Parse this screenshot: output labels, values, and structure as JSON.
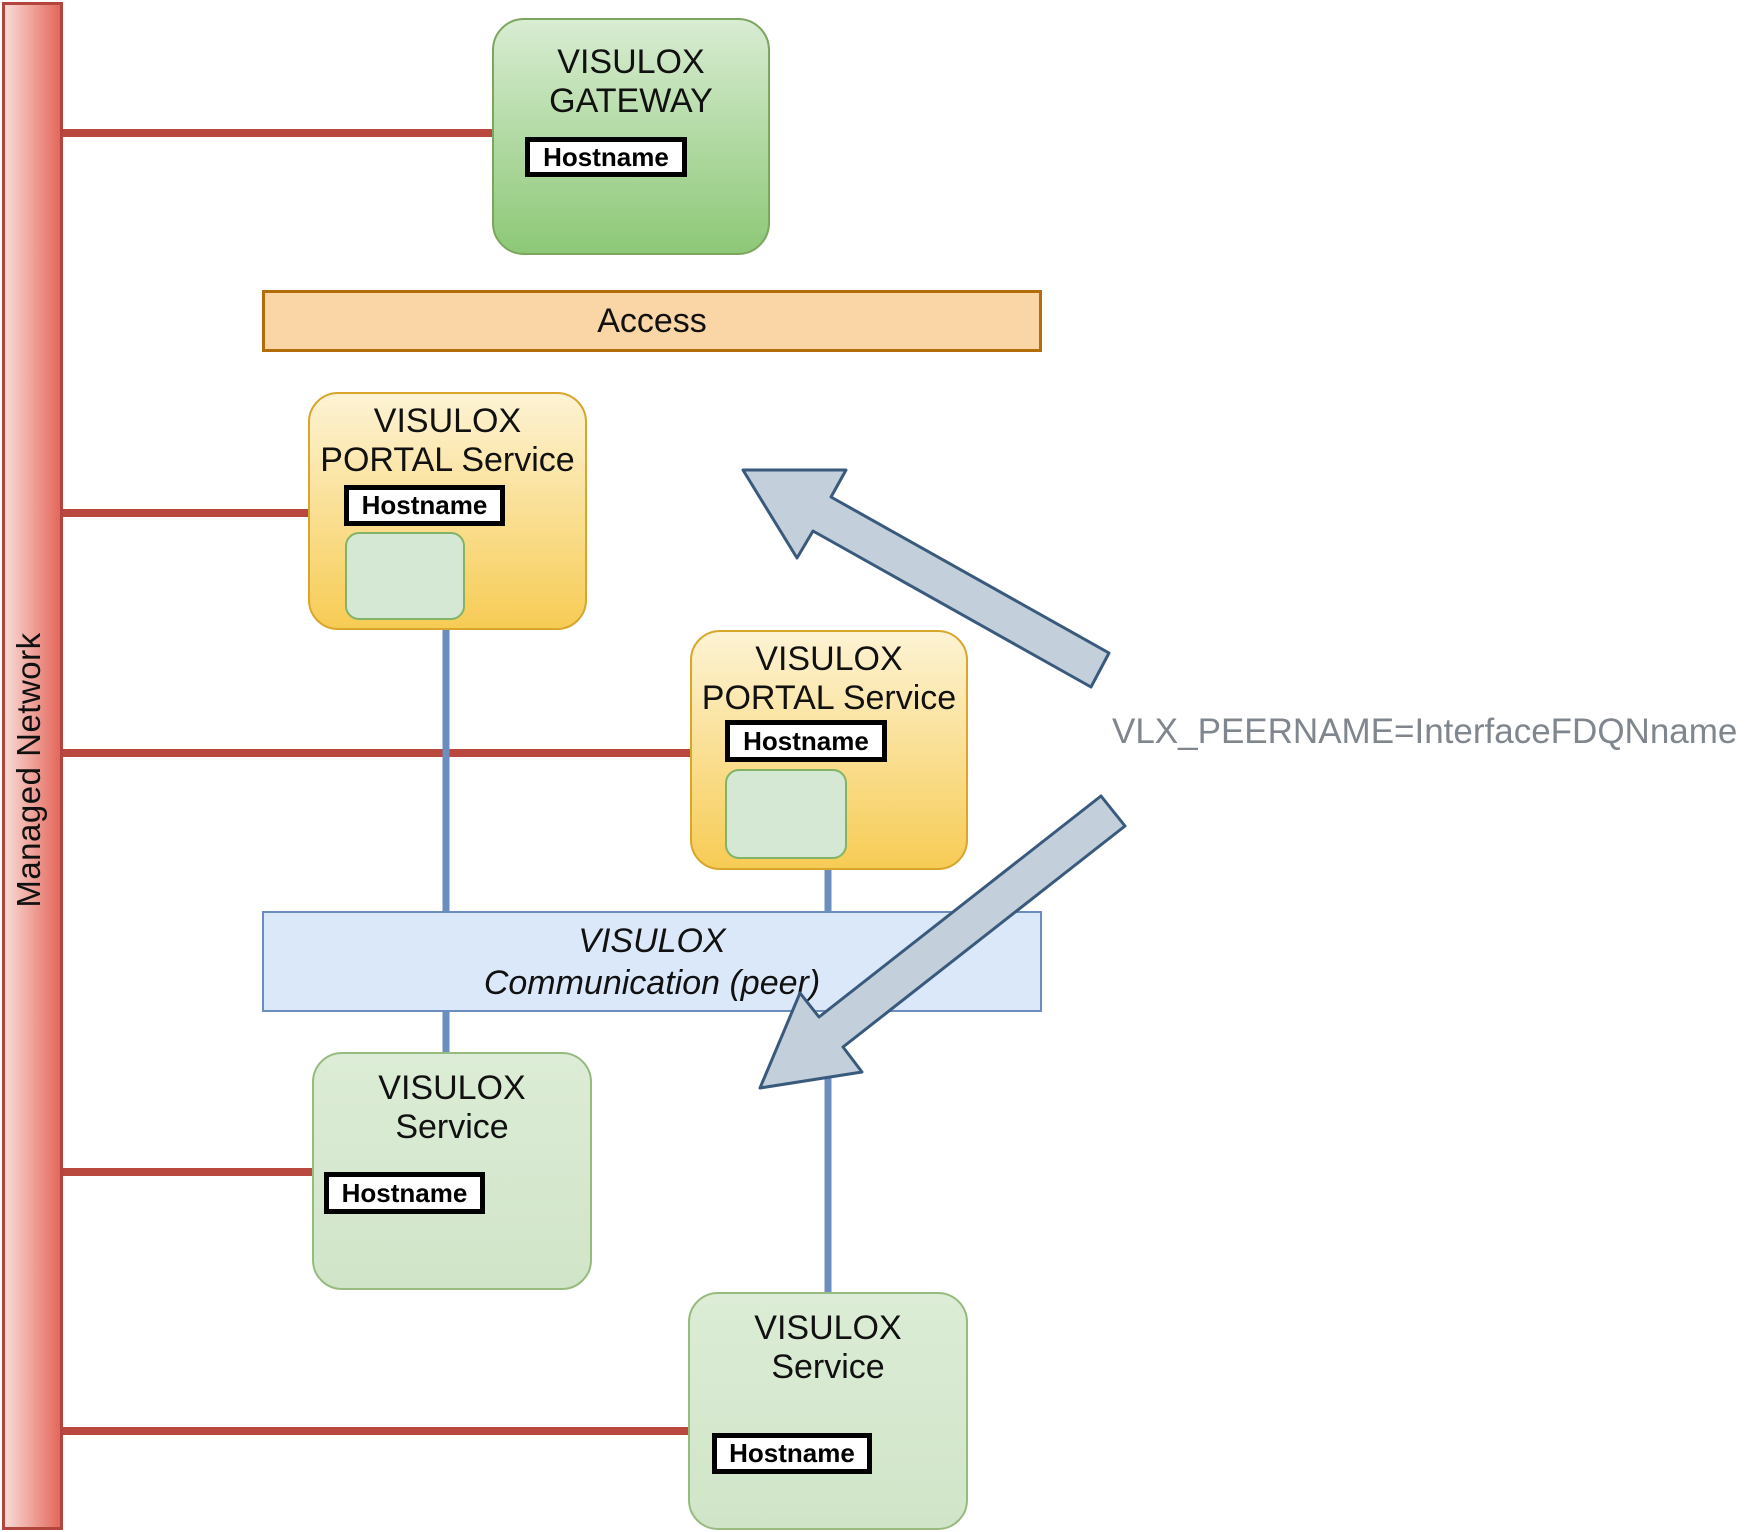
{
  "managed_network": {
    "label": "Managed Network"
  },
  "gateway": {
    "title_line1": "VISULOX",
    "title_line2": "GATEWAY",
    "hostname": "Hostname"
  },
  "access_bar": {
    "label": "Access"
  },
  "portal1": {
    "title_line1": "VISULOX",
    "title_line2": "PORTAL Service",
    "hostname": "Hostname"
  },
  "portal2": {
    "title_line1": "VISULOX",
    "title_line2": "PORTAL Service",
    "hostname": "Hostname"
  },
  "comm_bar": {
    "line1": "VISULOX",
    "line2": "Communication (peer)"
  },
  "service1": {
    "title_line1": "VISULOX",
    "title_line2": "Service",
    "hostname": "Hostname"
  },
  "service2": {
    "title_line1": "VISULOX",
    "title_line2": "Service",
    "hostname": "Hostname"
  },
  "annotation": {
    "peername": "VLX_PEERNAME=InterfaceFDQNname"
  },
  "colors": {
    "bar-red-light": "#f9dbd6",
    "bar-red-dark": "#e3685c",
    "bar-red-border": "#b4453c",
    "line-red": "#b9493e",
    "line-blue": "#6c8ebf",
    "green-grad-top": "#d8ecd2",
    "green-grad-bottom": "#8dc877",
    "green-border": "#7ca55e",
    "orange-fill": "#fad5a5",
    "orange-border": "#b36d0a",
    "yellow-grad-top": "#fdf3d4",
    "yellow-grad-bottom": "#f7cc55",
    "yellow-border": "#d7a62a",
    "blue-fill": "#dbe8fa",
    "blue-border": "#6c8ebf",
    "svc-grad-top": "#dcecd6",
    "svc-grad-bottom": "#d0e5c8",
    "svc-border": "#97bb7f",
    "subbox-fill": "#d5e8d4",
    "subbox-border": "#82b366",
    "arrow-fill": "#c3cfda",
    "arrow-stroke": "#3a5a7d",
    "annotation-gray": "#7f868d"
  }
}
